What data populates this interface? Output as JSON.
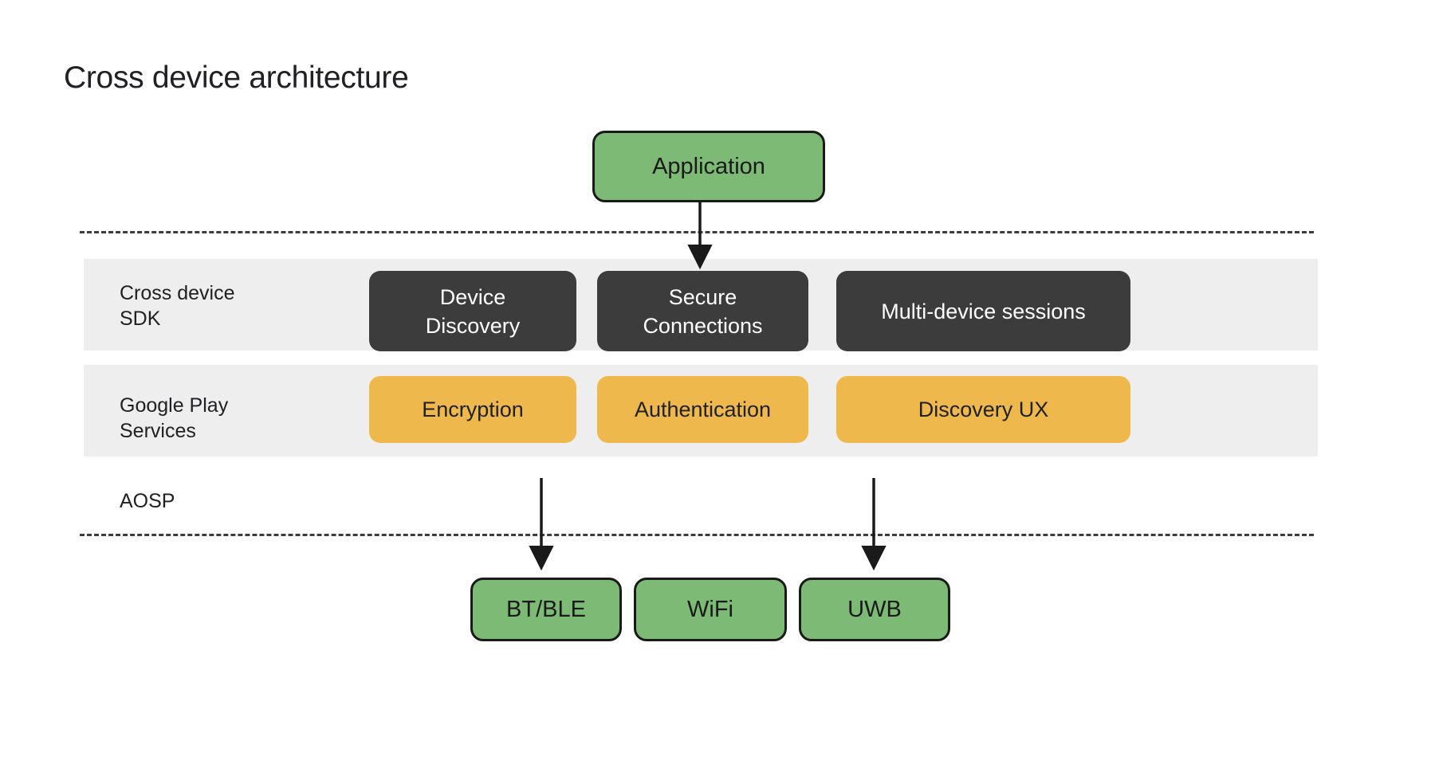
{
  "page": {
    "title": "Cross device architecture",
    "background": "#ffffff"
  },
  "colors": {
    "green": "#7cba75",
    "dark": "#3c3c3c",
    "orange": "#eeb84d",
    "band_grey": "#eeeeee",
    "stroke": "#1a1a1a",
    "text_dark": "#202124",
    "text_light": "#ffffff"
  },
  "diagram": {
    "type": "layered-architecture",
    "top": {
      "application": "Application"
    },
    "layers": [
      {
        "id": "cross-device-sdk",
        "label": "Cross device\nSDK",
        "style": "dark",
        "items": [
          "Device\nDiscovery",
          "Secure\nConnections",
          "Multi-device sessions"
        ]
      },
      {
        "id": "google-play-services",
        "label": "Google Play\nServices",
        "style": "orange",
        "items": [
          "Encryption",
          "Authentication",
          "Discovery UX"
        ]
      },
      {
        "id": "aosp",
        "label": "AOSP",
        "style": "plain",
        "items": []
      }
    ],
    "transports": [
      "BT/BLE",
      "WiFi",
      "UWB"
    ],
    "connectors": [
      {
        "name": "application-to-sdk",
        "from": "Application",
        "to": "Cross device SDK"
      },
      {
        "name": "encryption-to-btble",
        "from": "Encryption",
        "to": "BT/BLE"
      },
      {
        "name": "discovery-ux-to-uwb",
        "from": "Discovery UX",
        "to": "UWB"
      }
    ],
    "separators": [
      {
        "name": "upper-boundary",
        "style": "dashed"
      },
      {
        "name": "lower-boundary",
        "style": "dashed"
      }
    ]
  }
}
